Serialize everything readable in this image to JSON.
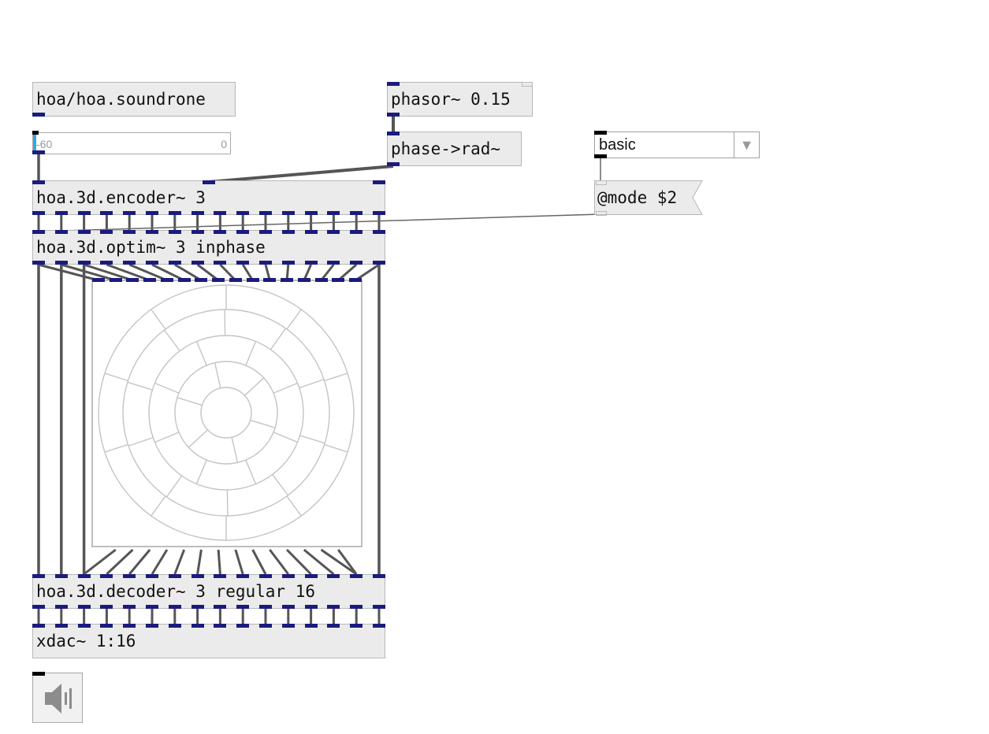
{
  "objects": {
    "soundrone": "hoa/hoa.soundrone",
    "phasor": "phasor~ 0.15",
    "phase_rad": "phase->rad~",
    "encoder": "hoa.3d.encoder~ 3",
    "optim": "hoa.3d.optim~ 3 inphase",
    "decoder": "hoa.3d.decoder~ 3 regular 16",
    "xdac": "xdac~ 1:16"
  },
  "slider": {
    "min_label": "-60",
    "max_label": "0",
    "value_db": -60
  },
  "menu": {
    "selected": "basic",
    "arrow_icon": "triangle-down-icon"
  },
  "message": {
    "text": "@mode $2"
  },
  "dac_icon": "speaker-icon",
  "colors": {
    "signal_inlet": "#1b1b7e",
    "object_bg": "#ebebeb",
    "cord": "#555555",
    "slider_knob": "#38a7d8"
  }
}
